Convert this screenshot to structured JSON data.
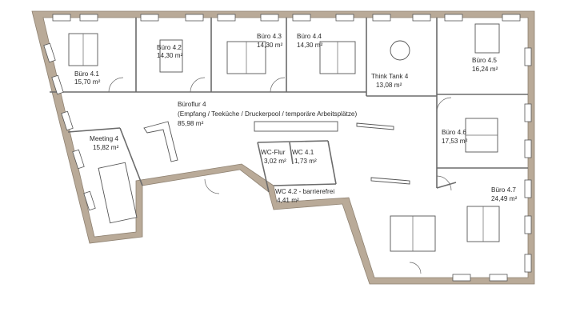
{
  "rooms": [
    {
      "id": "buero-4-1",
      "name": "Büro 4.1",
      "area": "15,70 m²"
    },
    {
      "id": "buero-4-2",
      "name": "Büro 4.2",
      "area": "14,30 m²"
    },
    {
      "id": "buero-4-3",
      "name": "Büro 4.3",
      "area": "14,30 m²"
    },
    {
      "id": "buero-4-4",
      "name": "Büro 4.4",
      "area": "14,30 m²"
    },
    {
      "id": "think-tank-4",
      "name": "Think Tank 4",
      "area": "13,08 m²"
    },
    {
      "id": "buero-4-5",
      "name": "Büro 4.5",
      "area": "16,24 m²"
    },
    {
      "id": "bueroflur-4",
      "name": "Büroflur 4",
      "sub": "(Empfang / Teeküche / Druckerpool / temporäre Arbeitsplätze)",
      "area": "85,98 m²"
    },
    {
      "id": "buero-4-6",
      "name": "Büro 4.6",
      "area": "17,53 m²"
    },
    {
      "id": "meeting-4",
      "name": "Meeting 4",
      "area": "15,82 m²"
    },
    {
      "id": "wc-flur",
      "name": "WC-Flur",
      "area": "3,02 m²"
    },
    {
      "id": "wc-4-1",
      "name": "WC 4.1",
      "area": "1,73 m²"
    },
    {
      "id": "wc-4-2",
      "name": "WC 4.2 - barrierefrei",
      "area": "4,41 m²"
    },
    {
      "id": "buero-4-7",
      "name": "Büro 4.7",
      "area": "24,49 m²"
    }
  ]
}
